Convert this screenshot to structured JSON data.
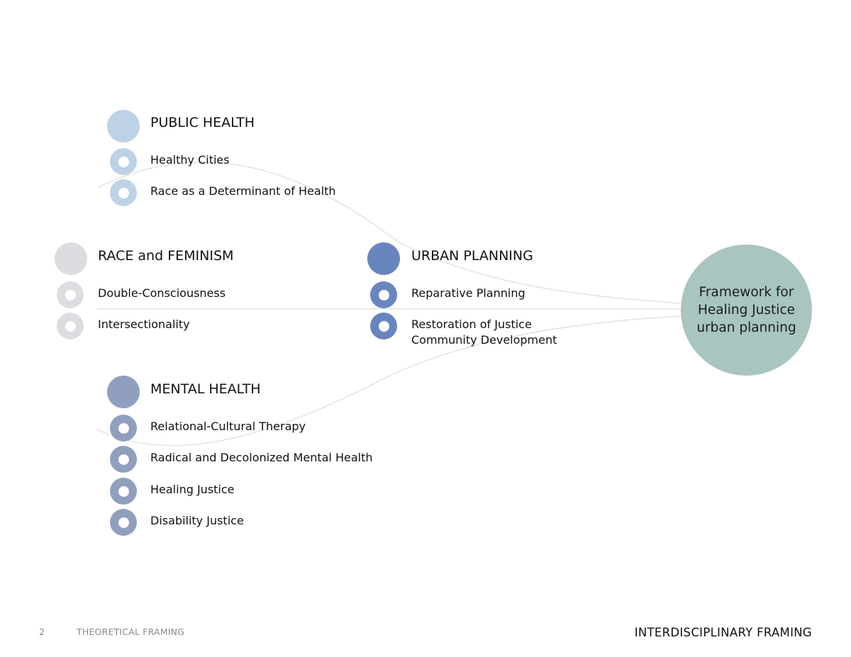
{
  "colors": {
    "public_health": "#bdd2e6",
    "race_feminism": "#dcdde0",
    "urban_planning": "#6886bd",
    "mental_health": "#909fbd",
    "target": "#a8c5c0",
    "connector": "#e2e2e2"
  },
  "groups": {
    "public_health": {
      "title": "PUBLIC HEALTH",
      "items": [
        "Healthy Cities",
        "Race as a Determinant of Health"
      ]
    },
    "race_feminism": {
      "title": "RACE and FEMINISM",
      "items": [
        "Double-Consciousness",
        "Intersectionality"
      ]
    },
    "urban_planning": {
      "title": "URBAN PLANNING",
      "items": [
        "Reparative Planning",
        "Restoration of Justice\nCommunity Development"
      ]
    },
    "mental_health": {
      "title": "MENTAL HEALTH",
      "items": [
        "Relational-Cultural Therapy",
        "Radical and Decolonized Mental Health",
        "Healing Justice",
        "Disability Justice"
      ]
    }
  },
  "target": {
    "label": "Framework for\nHealing Justice\nurban planning"
  },
  "footer": {
    "page_number": "2",
    "section": "THEORETICAL FRAMING",
    "title": "INTERDISCIPLINARY FRAMING"
  }
}
